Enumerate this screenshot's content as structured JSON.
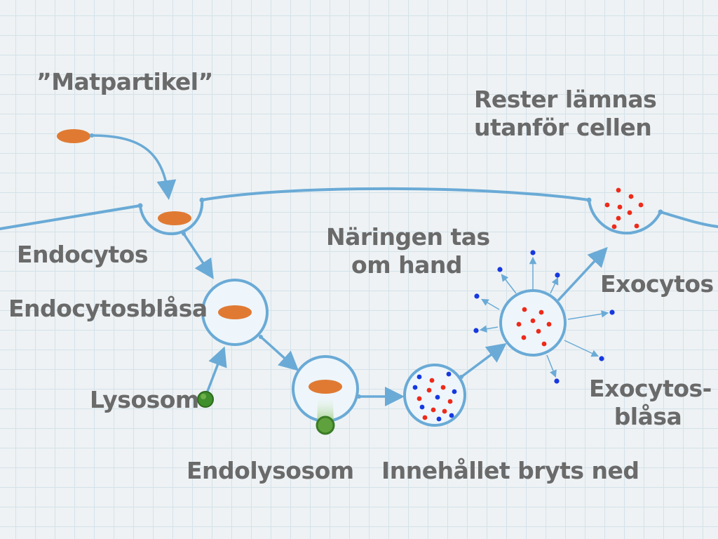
{
  "labels": {
    "food_particle": "”Matpartikel”",
    "residue_line1": "Rester lämnas",
    "residue_line2": "utanför cellen",
    "endocytosis": "Endocytos",
    "endocytic_vesicle": "Endocytosblåsa",
    "lysosome": "Lysosom",
    "endolysosome": "Endolysosom",
    "nutrition_line1": "Näringen tas",
    "nutrition_line2": "om hand",
    "content_broken_down": "Innehållet bryts ned",
    "exocytosis": "Exocytos",
    "exocytic_vesicle_line1": "Exocytos-",
    "exocytic_vesicle_line2": "blåsa"
  },
  "colors": {
    "background": "#eef2f4",
    "grid": "#d3e2ea",
    "membrane": "#6aaad6",
    "membrane_fill": "#eef6fb",
    "food": "#e07a33",
    "lysosome": "#3f8f2c",
    "nutrient_red": "#ee2a1a",
    "nutrient_blue": "#1638e0",
    "text": "#6a6a6a"
  }
}
